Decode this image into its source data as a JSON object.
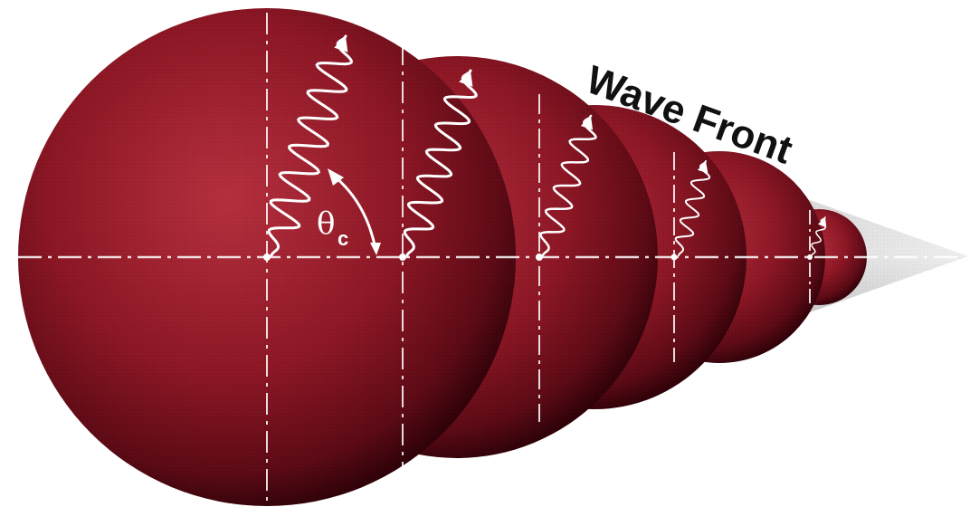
{
  "labels": {
    "wave_front": "Wave Front",
    "theta_symbol": "θ",
    "theta_subscript": "c"
  },
  "icons": {
    "direction_arrow": "arrowhead-icon"
  },
  "colors": {
    "sphere_dark": "#3a0008",
    "sphere_mid": "#8c1624",
    "sphere_light": "#c8404e",
    "cone": "#c0c0c0",
    "guide_lines": "#ffffff",
    "text": "#111111"
  }
}
